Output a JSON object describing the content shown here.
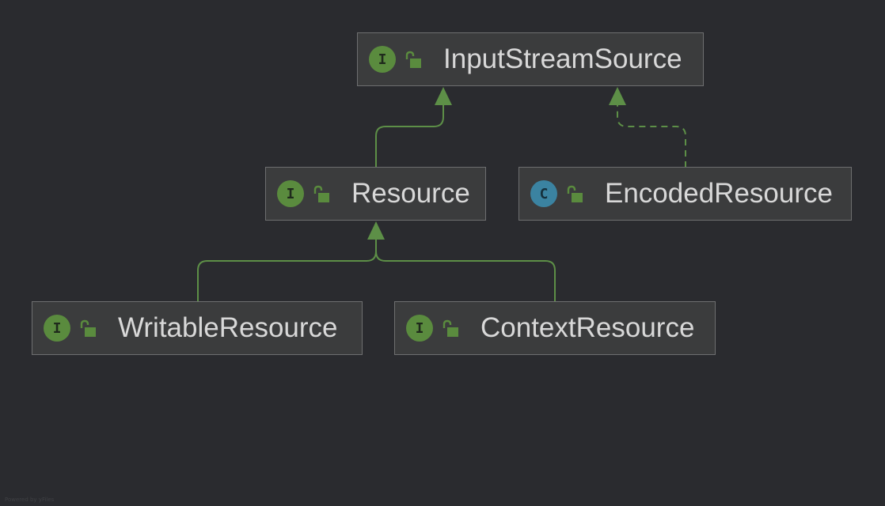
{
  "diagram": {
    "type": "class-hierarchy",
    "nodes": [
      {
        "id": "InputStreamSource",
        "label": "InputStreamSource",
        "kind": "interface",
        "kind_letter": "I",
        "visibility": "public"
      },
      {
        "id": "Resource",
        "label": "Resource",
        "kind": "interface",
        "kind_letter": "I",
        "visibility": "public"
      },
      {
        "id": "EncodedResource",
        "label": "EncodedResource",
        "kind": "class",
        "kind_letter": "C",
        "visibility": "public"
      },
      {
        "id": "WritableResource",
        "label": "WritableResource",
        "kind": "interface",
        "kind_letter": "I",
        "visibility": "public"
      },
      {
        "id": "ContextResource",
        "label": "ContextResource",
        "kind": "interface",
        "kind_letter": "I",
        "visibility": "public"
      }
    ],
    "edges": [
      {
        "from": "Resource",
        "to": "InputStreamSource",
        "relation": "extends",
        "style": "solid"
      },
      {
        "from": "EncodedResource",
        "to": "InputStreamSource",
        "relation": "implements",
        "style": "dashed"
      },
      {
        "from": "WritableResource",
        "to": "Resource",
        "relation": "extends",
        "style": "solid"
      },
      {
        "from": "ContextResource",
        "to": "Resource",
        "relation": "extends",
        "style": "solid"
      }
    ],
    "colors": {
      "background": "#2a2b2f",
      "node_fill": "#3b3c3d",
      "node_border": "#6e6f70",
      "interface_icon": "#5a8b3e",
      "class_icon": "#3b83a1",
      "edge": "#5d8f47",
      "label": "#d8d8d8"
    }
  },
  "credit": "Powered by yFiles"
}
